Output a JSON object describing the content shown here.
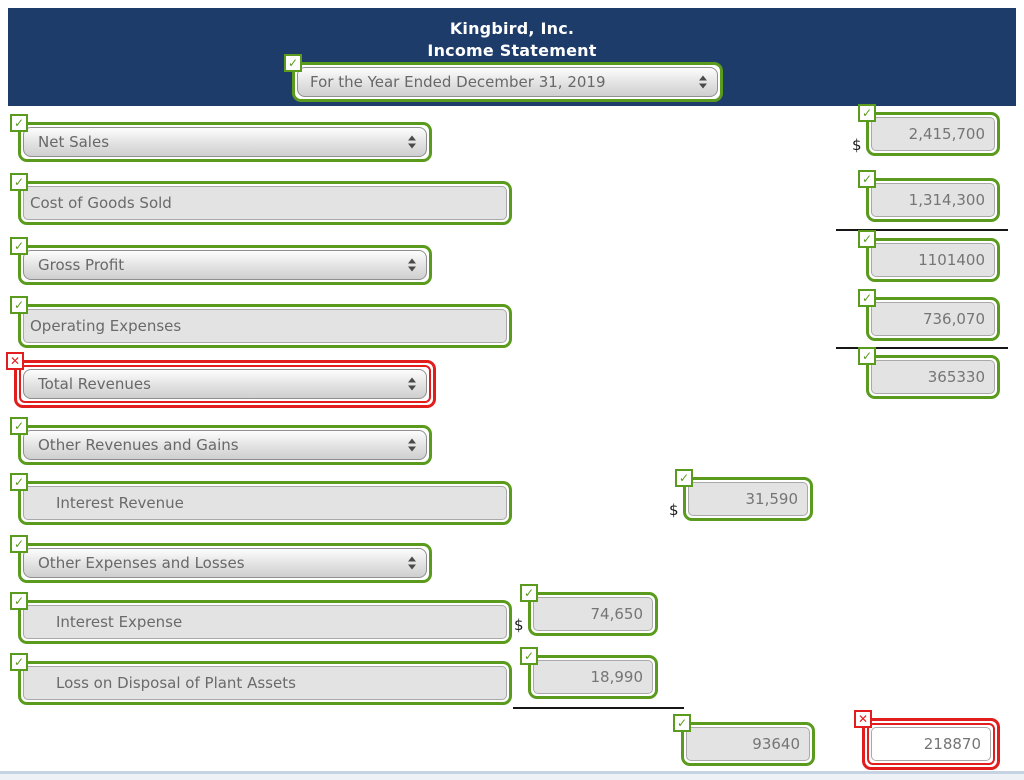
{
  "icons": {
    "check": "✓",
    "x": "✕"
  },
  "currency": {
    "symbol": "$"
  },
  "colors": {
    "header_bg": "#1d3c6a",
    "correct_green": "#5a9b1e",
    "incorrect_red": "#e11d1d",
    "bottom_divider": "#c6d3e2"
  },
  "header": {
    "company": "Kingbird, Inc.",
    "statement_title": "Income Statement",
    "period": {
      "value": "For the Year Ended December 31, 2019",
      "status": "correct"
    }
  },
  "statement": {
    "label_fields": [
      {
        "kind": "select",
        "value": "Net Sales",
        "status": "correct"
      },
      {
        "kind": "text",
        "value": "Cost of Goods Sold",
        "status": "correct"
      },
      {
        "kind": "select",
        "value": "Gross Profit",
        "status": "correct"
      },
      {
        "kind": "text",
        "value": "Operating Expenses",
        "status": "correct"
      },
      {
        "kind": "select",
        "value": "Total Revenues",
        "status": "incorrect"
      },
      {
        "kind": "select",
        "value": "Other Revenues and Gains",
        "status": "correct"
      },
      {
        "kind": "text",
        "value": "Interest Revenue",
        "status": "correct",
        "indented": true
      },
      {
        "kind": "select",
        "value": "Other Expenses and Losses",
        "status": "correct"
      },
      {
        "kind": "text",
        "value": "Interest Expense",
        "status": "correct",
        "indented": true
      },
      {
        "kind": "text",
        "value": "Loss on Disposal of Plant Assets",
        "status": "correct",
        "indented": true
      }
    ],
    "amount_fields": [
      {
        "value": "2,415,700",
        "status": "correct",
        "dollar_prefix": true
      },
      {
        "value": "1,314,300",
        "status": "correct"
      },
      {
        "value": "1101400",
        "status": "correct"
      },
      {
        "value": "736,070",
        "status": "correct"
      },
      {
        "value": "365330",
        "status": "correct"
      },
      {
        "value": "31,590",
        "status": "correct",
        "dollar_prefix": true
      },
      {
        "value": "74,650",
        "status": "correct",
        "dollar_prefix": true
      },
      {
        "value": "18,990",
        "status": "correct"
      },
      {
        "value": "93640",
        "status": "correct"
      },
      {
        "value": "218870",
        "status": "incorrect"
      }
    ]
  }
}
